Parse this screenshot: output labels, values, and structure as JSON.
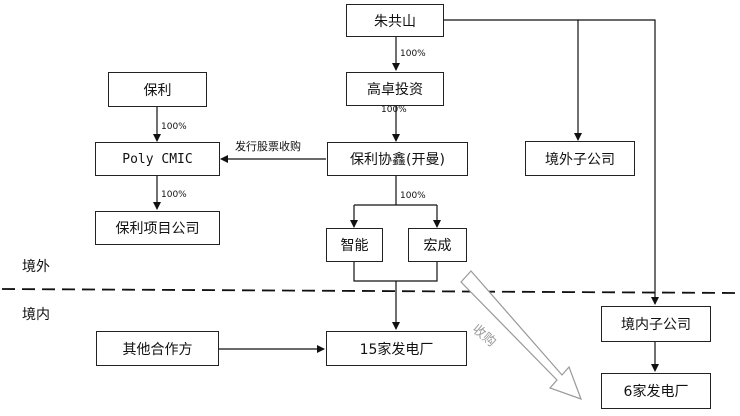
{
  "nodes": {
    "zhu": "朱共山",
    "gaozhuo": "高卓投资",
    "poly": "保利",
    "poly_cmic": "Poly CMIC",
    "poly_xie": "保利协鑫(开曼)",
    "overseas_sub": "境外子公司",
    "poly_project": "保利项目公司",
    "zhineng": "智能",
    "hongcheng": "宏成",
    "other_partners": "其他合作方",
    "plants15": "15家发电厂",
    "domestic_sub": "境内子公司",
    "plants6": "6家发电厂"
  },
  "labels": {
    "pct_zhu_gaozhuo": "100%",
    "pct_gaozhuo_polyxie": "100%",
    "pct_poly_cmic": "100%",
    "pct_cmic_project": "100%",
    "pct_polyxie_subs": "100%",
    "share_issue": "发行股票收购",
    "acquire": "收购"
  },
  "zones": {
    "overseas": "境外",
    "domestic": "境内"
  }
}
